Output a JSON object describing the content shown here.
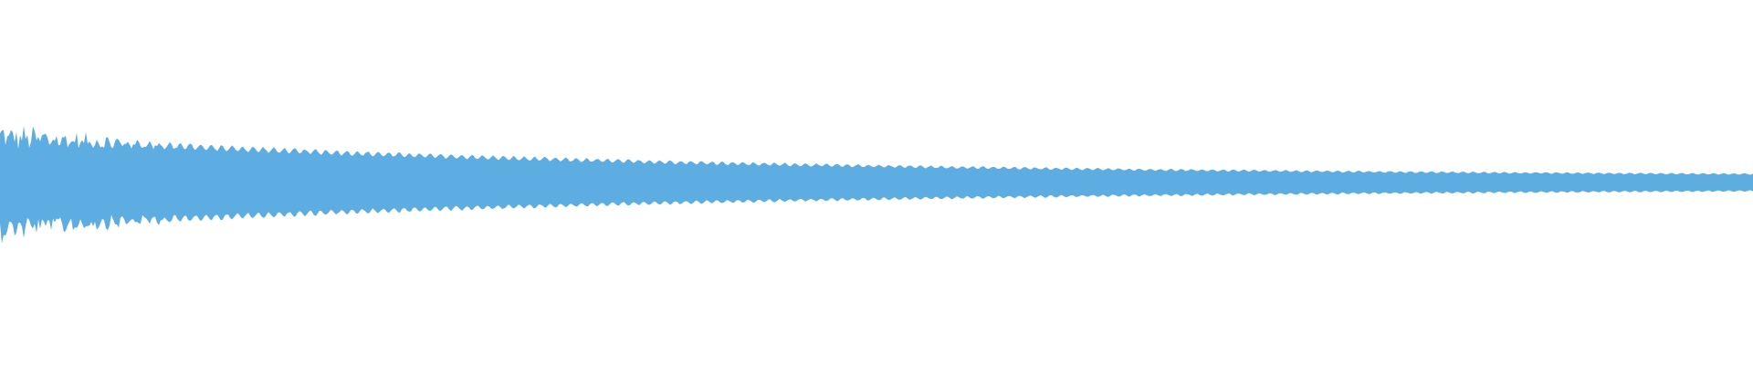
{
  "waveform": {
    "color": "#5DADE2",
    "background": "#FFFFFF",
    "shape": "decaying-audio-waveform",
    "envelope_peak_start": 1.0,
    "envelope_peak_end": 0.12
  }
}
